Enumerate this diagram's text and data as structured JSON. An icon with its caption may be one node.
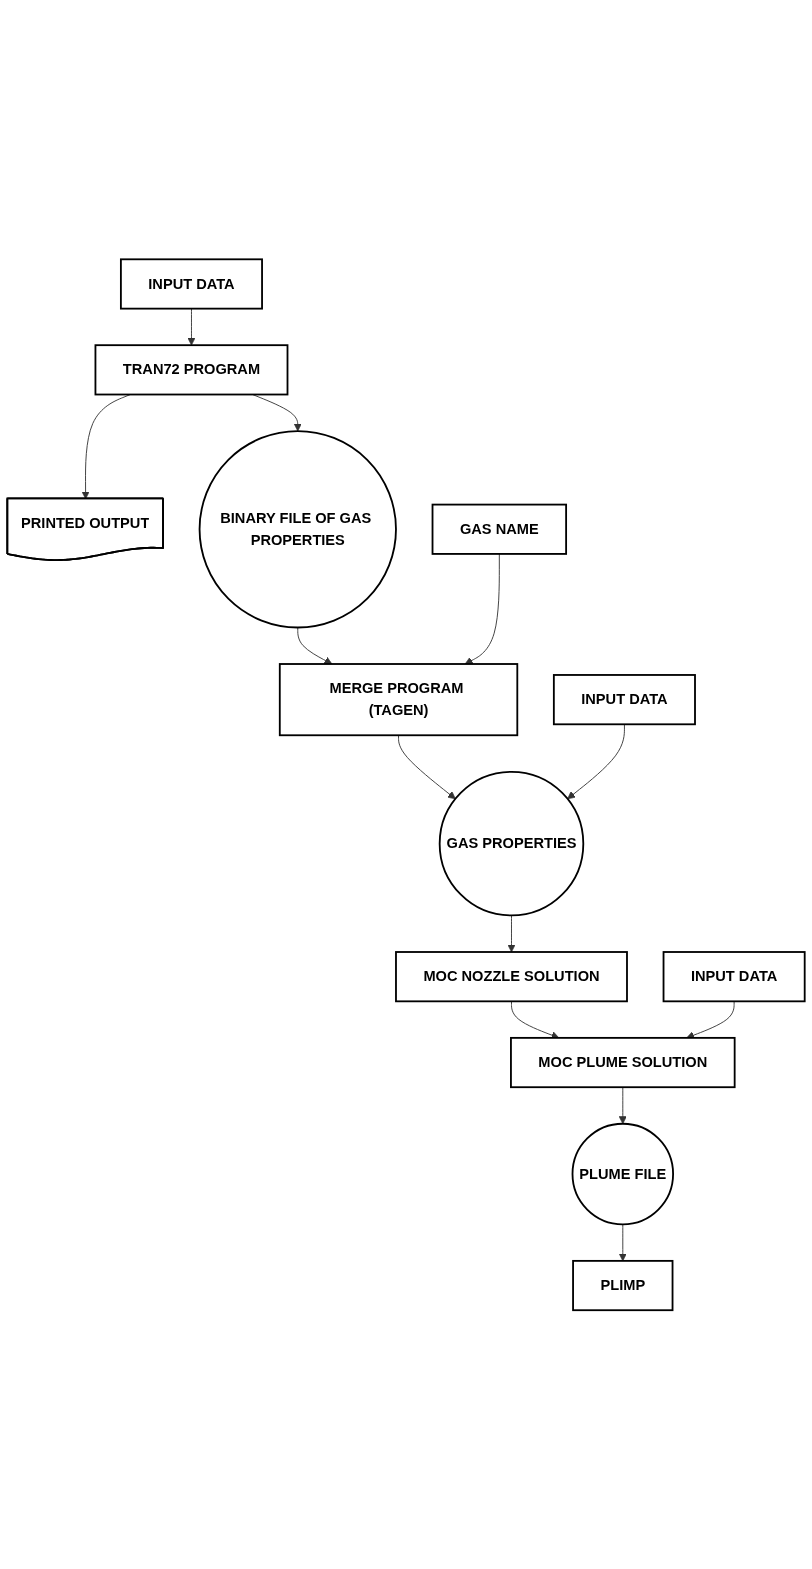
{
  "diagram": {
    "nodes": [
      {
        "text": [
          "INPUT DATA"
        ]
      },
      {
        "text": [
          "TRAN72 PROGRAM"
        ]
      },
      {
        "text": [
          "PRINTED OUTPUT"
        ]
      },
      {
        "text": [
          "BINARY FILE OF GAS PROPERTIES"
        ]
      },
      {
        "text": [
          "GAS NAME"
        ]
      },
      {
        "text": [
          "MERGE PROGRAM (TAGEN)"
        ]
      },
      {
        "text": [
          "INPUT DATA"
        ]
      },
      {
        "text": [
          "GAS PROPERTIES"
        ]
      },
      {
        "text": [
          "MOC NOZZLE SOLUTION"
        ]
      },
      {
        "text": [
          "INPUT DATA"
        ]
      },
      {
        "text": [
          "MOC PLUME SOLUTION"
        ]
      },
      {
        "text": [
          "PLUME FILE"
        ]
      },
      {
        "text": [
          "PLIMP"
        ]
      }
    ],
    "edges": [
      {
        "from": 0,
        "to": 1,
        "arrow": "to"
      },
      {
        "from": 1,
        "to": 2,
        "arrow": "to"
      },
      {
        "from": 1,
        "to": 3,
        "arrow": "to"
      },
      {
        "from": 3,
        "to": 5,
        "arrow": "to"
      },
      {
        "from": 4,
        "to": 5,
        "arrow": "to"
      },
      {
        "from": 5,
        "to": 7,
        "arrow": "to"
      },
      {
        "from": 6,
        "to": 7,
        "arrow": "to"
      },
      {
        "from": 7,
        "to": 8,
        "arrow": "to"
      },
      {
        "from": 8,
        "to": 10,
        "arrow": "to"
      },
      {
        "from": 9,
        "to": 10,
        "arrow": "to"
      },
      {
        "from": 10,
        "to": 11,
        "arrow": "to"
      },
      {
        "from": 11,
        "to": 12,
        "arrow": "to"
      }
    ]
  }
}
